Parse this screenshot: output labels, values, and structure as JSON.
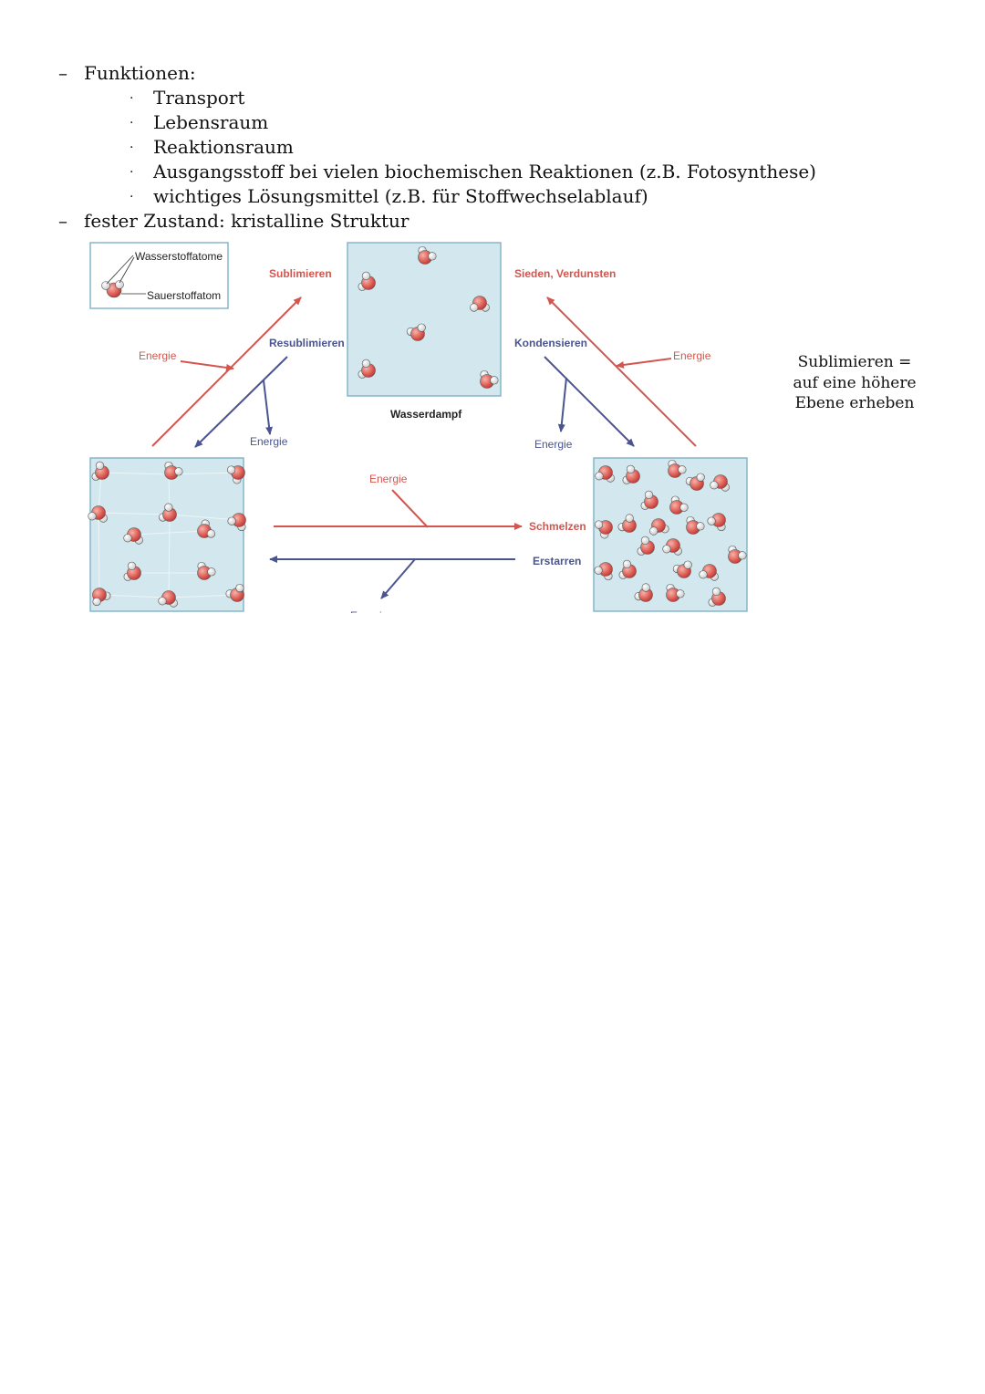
{
  "notes": {
    "functions_heading": "Funktionen:",
    "functions": [
      "Transport",
      "Lebensraum",
      "Reaktionsraum",
      "Ausgangsstoff bei vielen biochemischen Reaktionen (z.B. Fotosynthese)",
      "wichtiges Lösungsmittel (z.B. für Stoffwechselablauf)"
    ],
    "solid_state": "fester Zustand: kristalline Struktur",
    "dash": "–",
    "bullet": "·"
  },
  "side_note": {
    "line1": "Sublimieren =",
    "line2": "auf eine höhere",
    "line3": "Ebene erheben"
  },
  "diagram": {
    "legend": {
      "hydrogen": "Wasserstoffatome",
      "oxygen": "Sauerstoffatom"
    },
    "gas_label": "Wasserdampf",
    "transitions": {
      "sublimieren": "Sublimieren",
      "resublimieren": "Resublimieren",
      "sieden": "Sieden, Verdunsten",
      "kondensieren": "Kondensieren",
      "schmelzen": "Schmelzen",
      "erstarren": "Erstarren"
    },
    "energy_label": "Energie",
    "colors": {
      "red": "#d2564f",
      "blue": "#4a548e",
      "box_fill": "#d2e8ee",
      "box_stroke": "#86b6c8",
      "oxygen": "#e0615a"
    }
  }
}
